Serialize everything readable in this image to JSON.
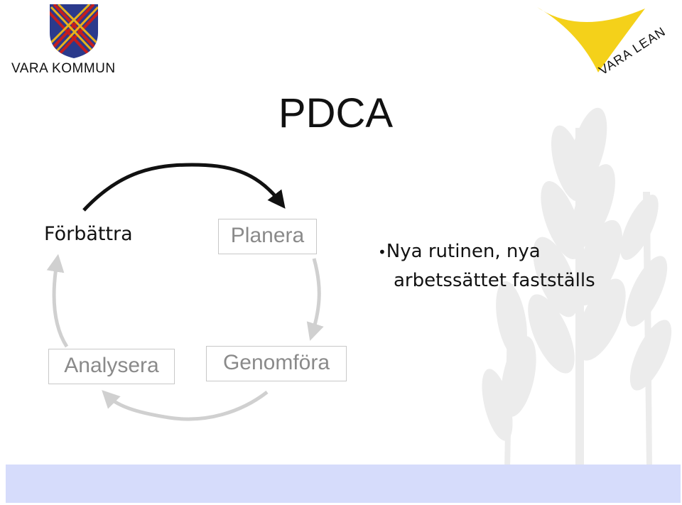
{
  "logo_left": {
    "name": "VARA KOMMUN"
  },
  "logo_right": {
    "name": "VARA LEAN"
  },
  "title": "PDCA",
  "cycle": {
    "forbattra": "Förbättra",
    "planera": "Planera",
    "genomfora": "Genomföra",
    "analysera": "Analysera"
  },
  "bullet": {
    "line1": "Nya rutinen, nya",
    "line2": "arbetssättet fastställs"
  },
  "colors": {
    "footer_bar": "#d6dcfb",
    "box_text": "#8a8a8a",
    "crest_blue": "#2b3a8c",
    "crest_red": "#c41e1e",
    "crest_gold": "#e8b21b",
    "lean_yellow": "#f4d11a"
  }
}
